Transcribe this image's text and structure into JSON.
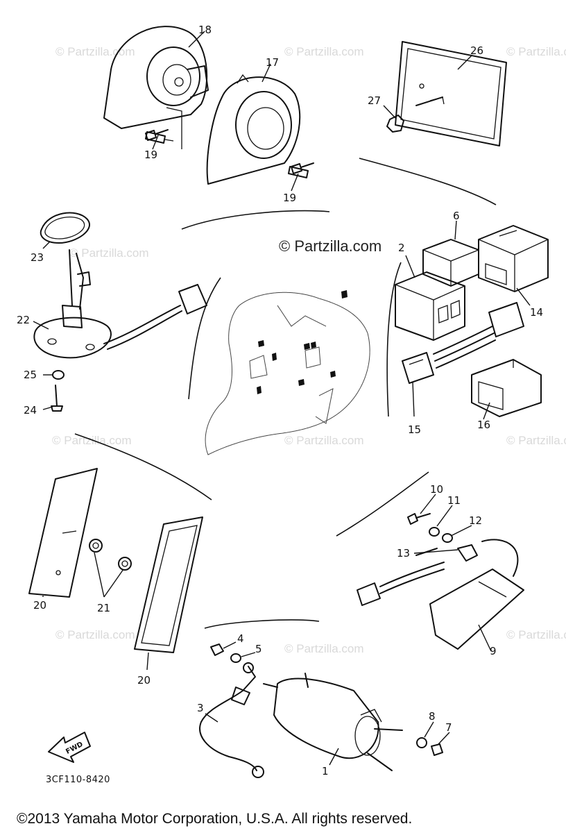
{
  "diagram": {
    "callouts": {
      "c1": "1",
      "c2": "2",
      "c3": "3",
      "c4": "4",
      "c5": "5",
      "c6": "6",
      "c7": "7",
      "c8": "8",
      "c9": "9",
      "c10": "10",
      "c11": "11",
      "c12": "12",
      "c13": "13",
      "c14": "14",
      "c15": "15",
      "c16": "16",
      "c17": "17",
      "c18": "18",
      "c19a": "19",
      "c19b": "19",
      "c20a": "20",
      "c20b": "20",
      "c21": "21",
      "c22": "22",
      "c23": "23",
      "c24": "24",
      "c25": "25",
      "c26": "26",
      "c27": "27"
    },
    "fwd_label": "FWD",
    "part_code": "3CF110-8420",
    "watermark_main": "© Partzilla.com",
    "watermark_faint": "© Partzilla.com",
    "footer": "©2013  Yamaha Motor Corporation, U.S.A. All rights reserved."
  }
}
